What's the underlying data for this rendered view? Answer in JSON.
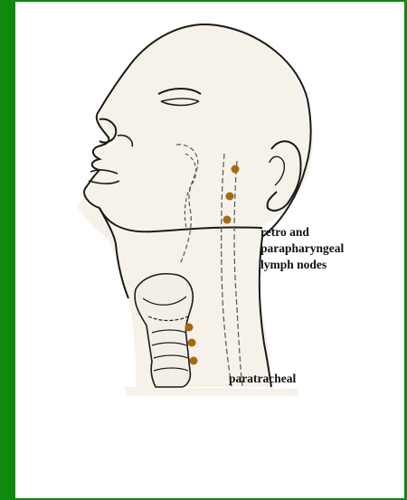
{
  "colors": {
    "border": "#0f8a0f",
    "panel": "#ffffff",
    "skin": "#f6f2ea",
    "outline": "#1a1a1a",
    "lymph_node": "#a56a10"
  },
  "labels": {
    "retro_line1": "retro and",
    "retro_line2": "parapharyngeal",
    "retro_line3": "lymph nodes",
    "paratracheal": "paratracheal"
  },
  "lymph_nodes": {
    "retro_and_parapharyngeal_count": 3,
    "paratracheal_count": 3
  }
}
